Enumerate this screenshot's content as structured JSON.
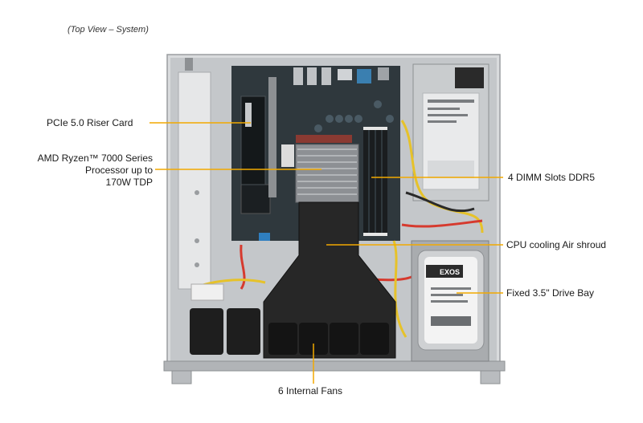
{
  "caption": "(Top View – System)",
  "labels": {
    "riser": "PCIe 5.0 Riser Card",
    "cpu_line1": "AMD Ryzen™ 7000 Series",
    "cpu_line2": "Processor up to",
    "cpu_line3": "170W TDP",
    "dimm": "4 DIMM Slots DDR5",
    "shroud": "CPU cooling Air shroud",
    "drive": "Fixed 3.5\" Drive Bay",
    "fans": "6 Internal  Fans"
  },
  "drive_brand": "EXOS",
  "colors": {
    "callout_line": "#f2a900",
    "chassis": "#b9bcbf",
    "board": "#2c3438",
    "shroud": "#262626",
    "heatsink": "#8a8d91",
    "psu": "#c8cbce",
    "cable_red": "#d63a2e",
    "cable_yellow": "#e6c22a"
  }
}
